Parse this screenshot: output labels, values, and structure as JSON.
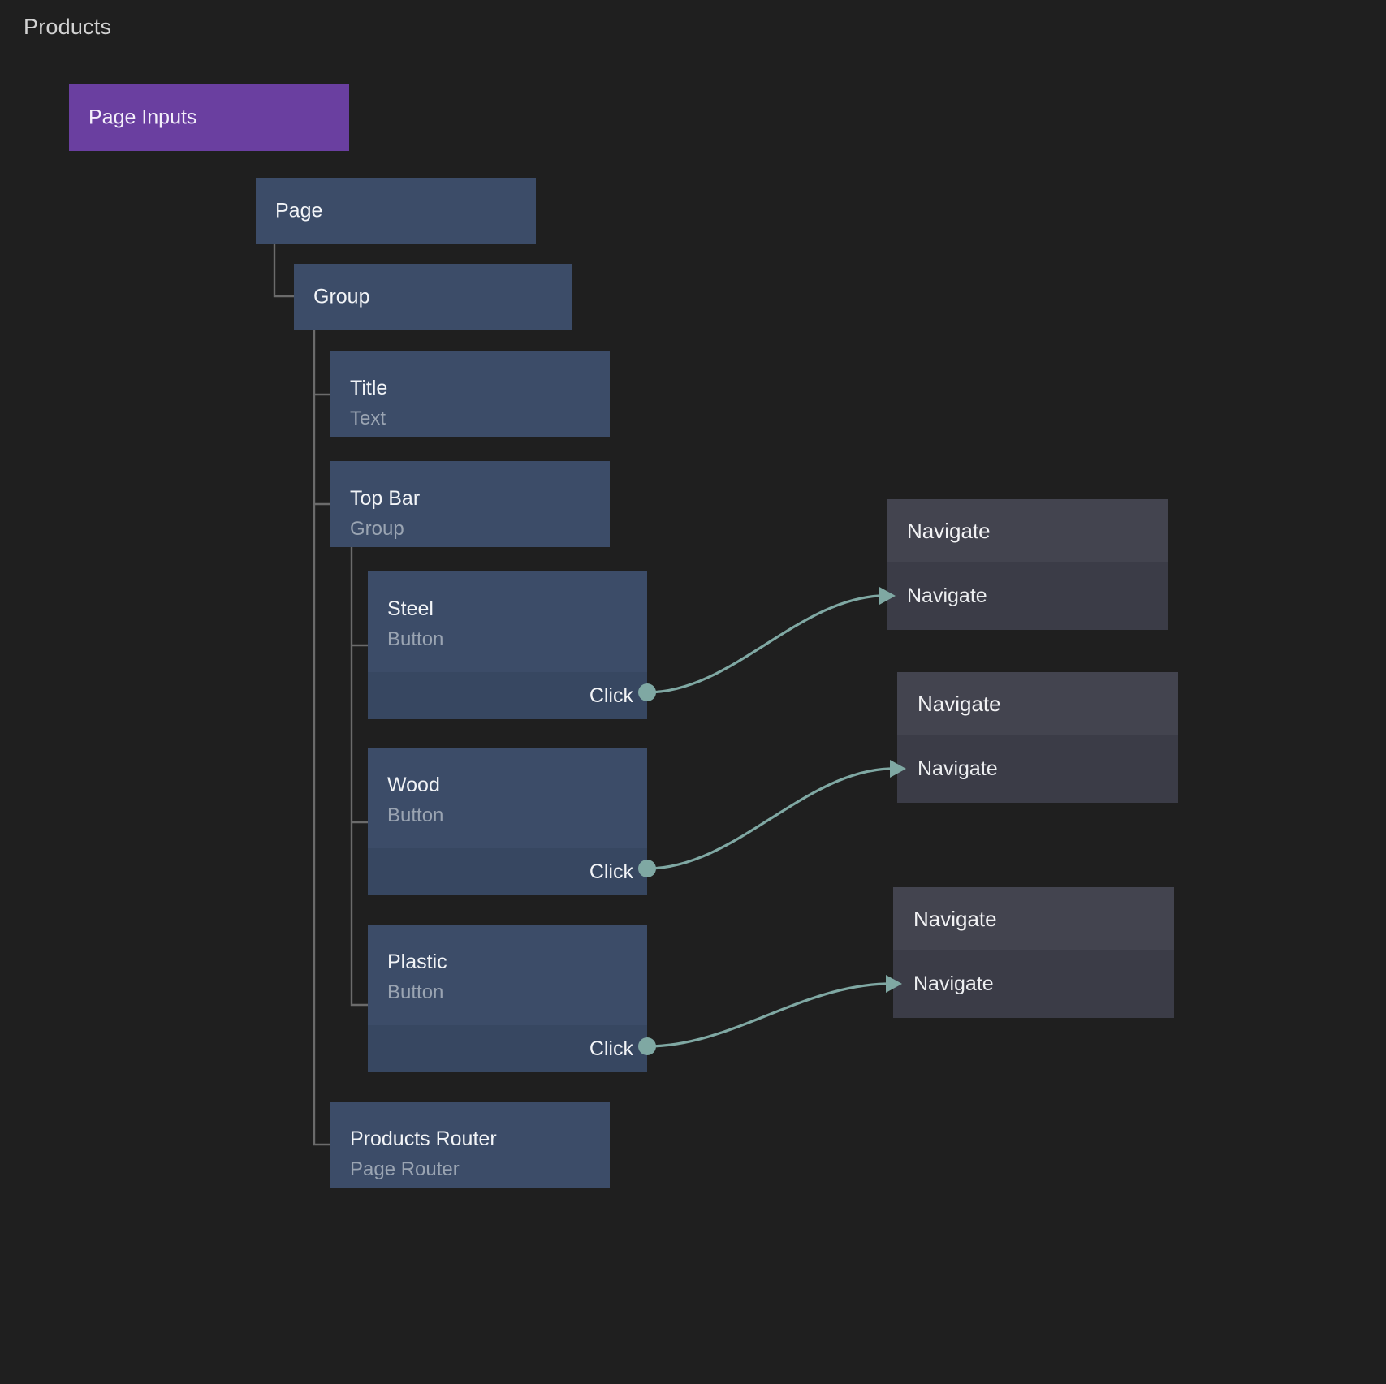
{
  "page": {
    "title": "Products",
    "background_color": "#1f1f1f"
  },
  "colors": {
    "node_fill": "#3c4c68",
    "inputs_fill": "#6a3fa0",
    "event_strip_fill": "#374761",
    "action_header_fill": "#43444f",
    "action_body_fill": "#3b3c47",
    "wire": "#7fa8a3",
    "tree_line": "#6b6b6b",
    "subtitle_text": "#9aa4b2"
  },
  "tree": {
    "inputs_node": {
      "title": "Page Inputs"
    },
    "page_node": {
      "title": "Page"
    },
    "group_node": {
      "title": "Group"
    },
    "title_node": {
      "title": "Title",
      "subtitle": "Text"
    },
    "topbar_node": {
      "title": "Top Bar",
      "subtitle": "Group"
    },
    "buttons": [
      {
        "title": "Steel",
        "subtitle": "Button",
        "event": "Click"
      },
      {
        "title": "Wood",
        "subtitle": "Button",
        "event": "Click"
      },
      {
        "title": "Plastic",
        "subtitle": "Button",
        "event": "Click"
      }
    ],
    "router_node": {
      "title": "Products Router",
      "subtitle": "Page Router"
    }
  },
  "actions": [
    {
      "header": "Navigate",
      "row": "Navigate"
    },
    {
      "header": "Navigate",
      "row": "Navigate"
    },
    {
      "header": "Navigate",
      "row": "Navigate"
    }
  ]
}
